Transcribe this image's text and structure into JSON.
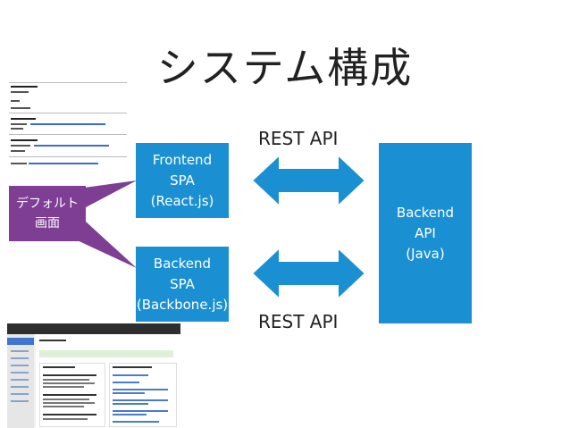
{
  "slide": {
    "title": "システム構成"
  },
  "frontend": {
    "line1": "Frontend",
    "line2": "SPA",
    "line3": "(React.js)"
  },
  "backend": {
    "line1": "Backend",
    "line2": "SPA",
    "line3": "(Backbone.js)"
  },
  "api": {
    "line1": "Backend",
    "line2": "API",
    "line3": "(Java)"
  },
  "arrows": {
    "top_label": "REST API",
    "bottom_label": "REST API"
  },
  "callout": {
    "line1": "デフォルト",
    "line2": "画面"
  },
  "colors": {
    "box": "#1a90d2",
    "callout": "#7d3e93",
    "text": "#222222"
  },
  "icons": {
    "arrow": "double-headed-arrow"
  }
}
